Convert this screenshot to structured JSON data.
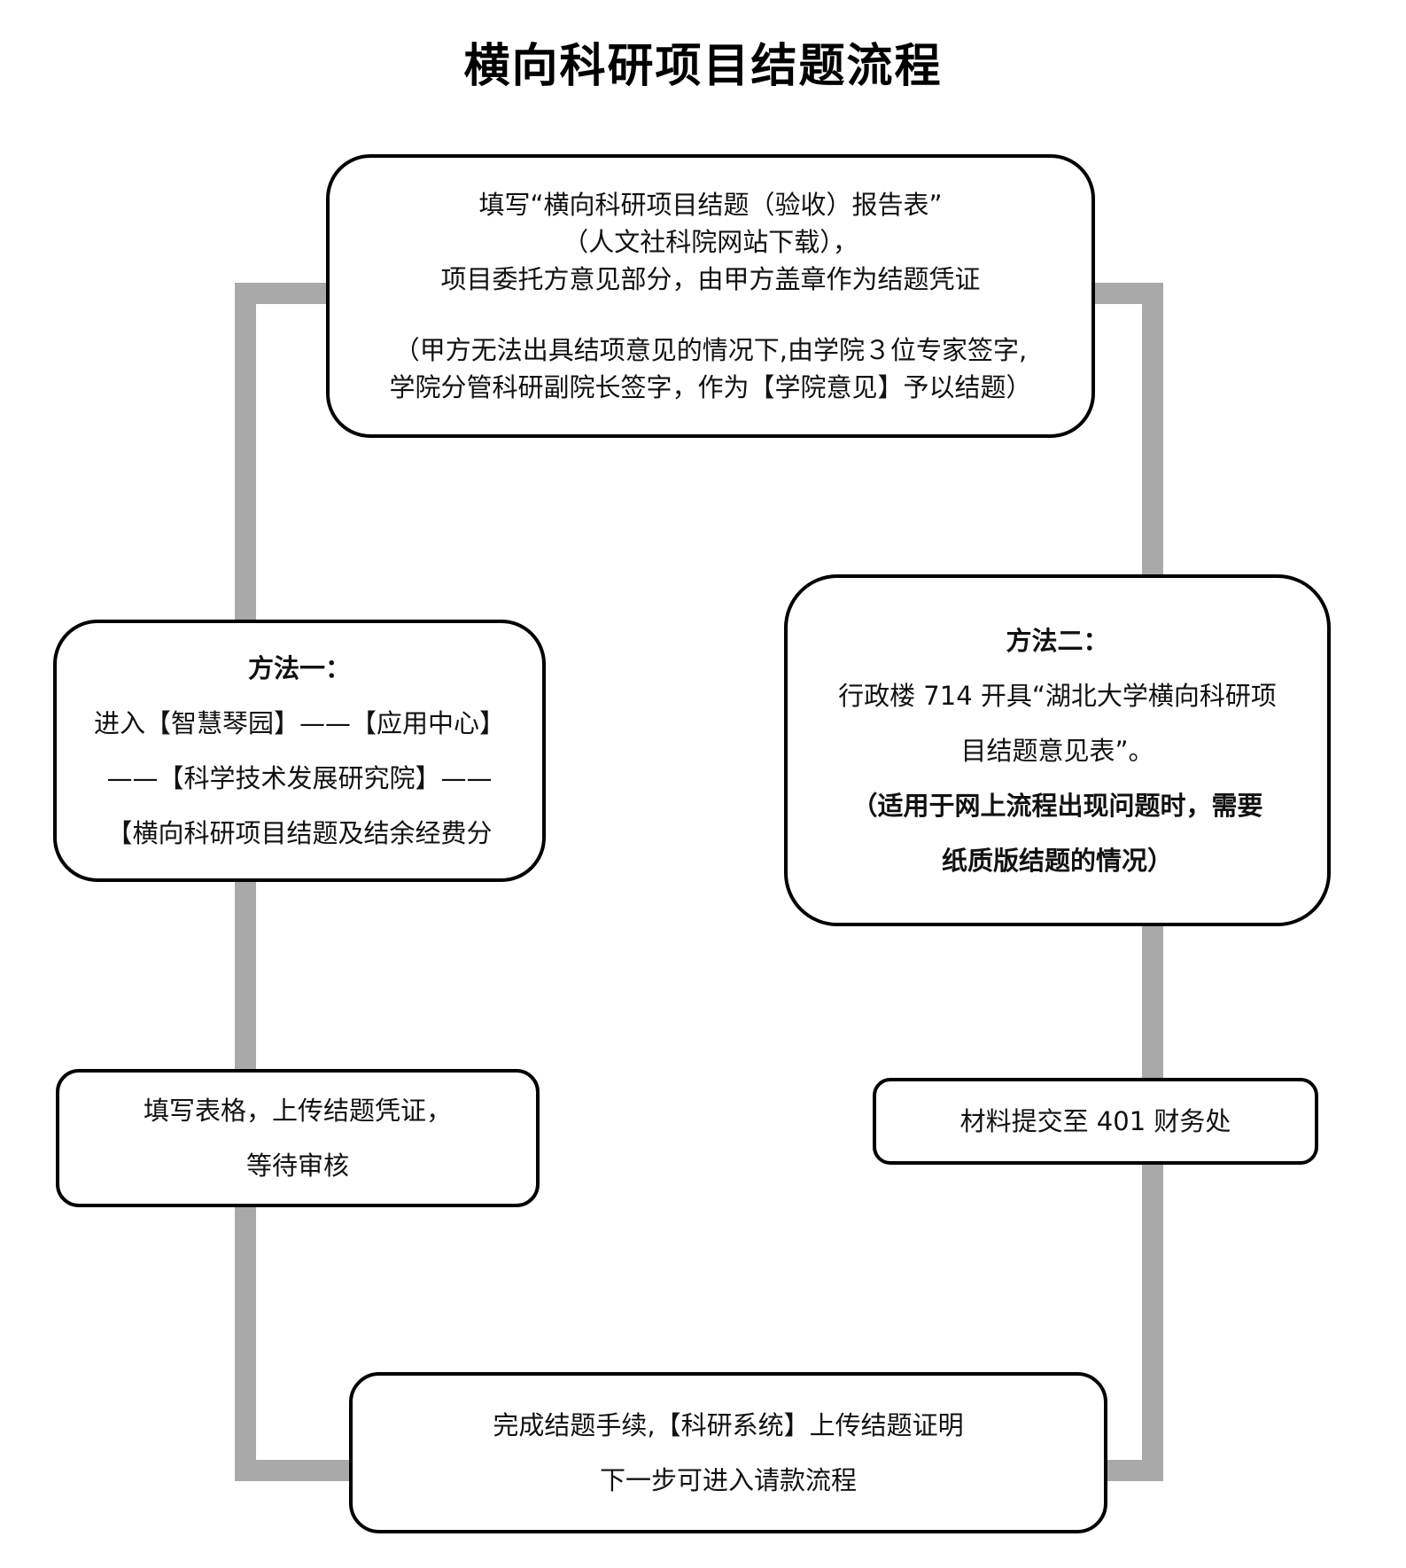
{
  "title": "横向科研项目结题流程",
  "colors": {
    "connector": "#a9a9a9",
    "border": "#000000",
    "background": "#ffffff"
  },
  "nodes": {
    "start": {
      "lines": [
        "填写“横向科研项目结题（验收）报告表”",
        "（人文社科院网站下载），",
        "项目委托方意见部分，由甲方盖章作为结题凭证"
      ],
      "note_lines": [
        "（甲方无法出具结项意见的情况下,由学院３位专家签字,",
        "学院分管科研副院长签字，作为【学院意见】予以结题）"
      ]
    },
    "method1": {
      "heading": "方法一：",
      "lines": [
        "进入【智慧琴园】——【应用中心】",
        "——【科学技术发展研究院】——",
        "【横向科研项目结题及结余经费分"
      ]
    },
    "method2": {
      "heading": "方法二：",
      "lines": [
        "行政楼 714 开具“湖北大学横向科研项",
        "目结题意见表”。"
      ],
      "note_lines": [
        "（适用于网上流程出现问题时，需要",
        "纸质版结题的情况）"
      ]
    },
    "fill_form": {
      "lines": [
        "填写表格，上传结题凭证，",
        "等待审核"
      ]
    },
    "submit": {
      "lines": [
        "材料提交至 401 财务处"
      ]
    },
    "end": {
      "lines": [
        "完成结题手续,【科研系统】上传结题证明",
        "下一步可进入请款流程"
      ]
    }
  }
}
